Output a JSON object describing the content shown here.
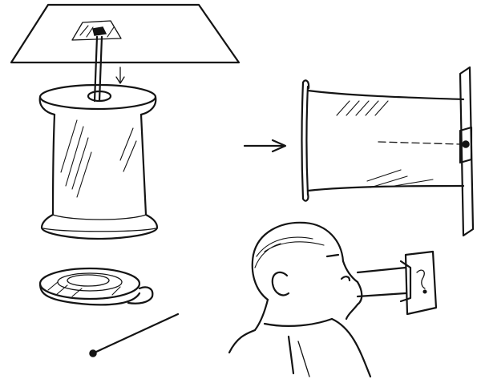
{
  "illustration": {
    "panels": [
      {
        "name": "card-and-spool",
        "icon": "spool-with-card-icon"
      },
      {
        "name": "tape-roll",
        "icon": "tape-roll-icon"
      },
      {
        "name": "pin",
        "icon": "pin-icon"
      },
      {
        "name": "viewer-tube",
        "icon": "tube-icon"
      },
      {
        "name": "person-looking",
        "icon": "person-icon"
      }
    ],
    "colors": {
      "ink": "#141414",
      "background": "#ffffff"
    }
  }
}
